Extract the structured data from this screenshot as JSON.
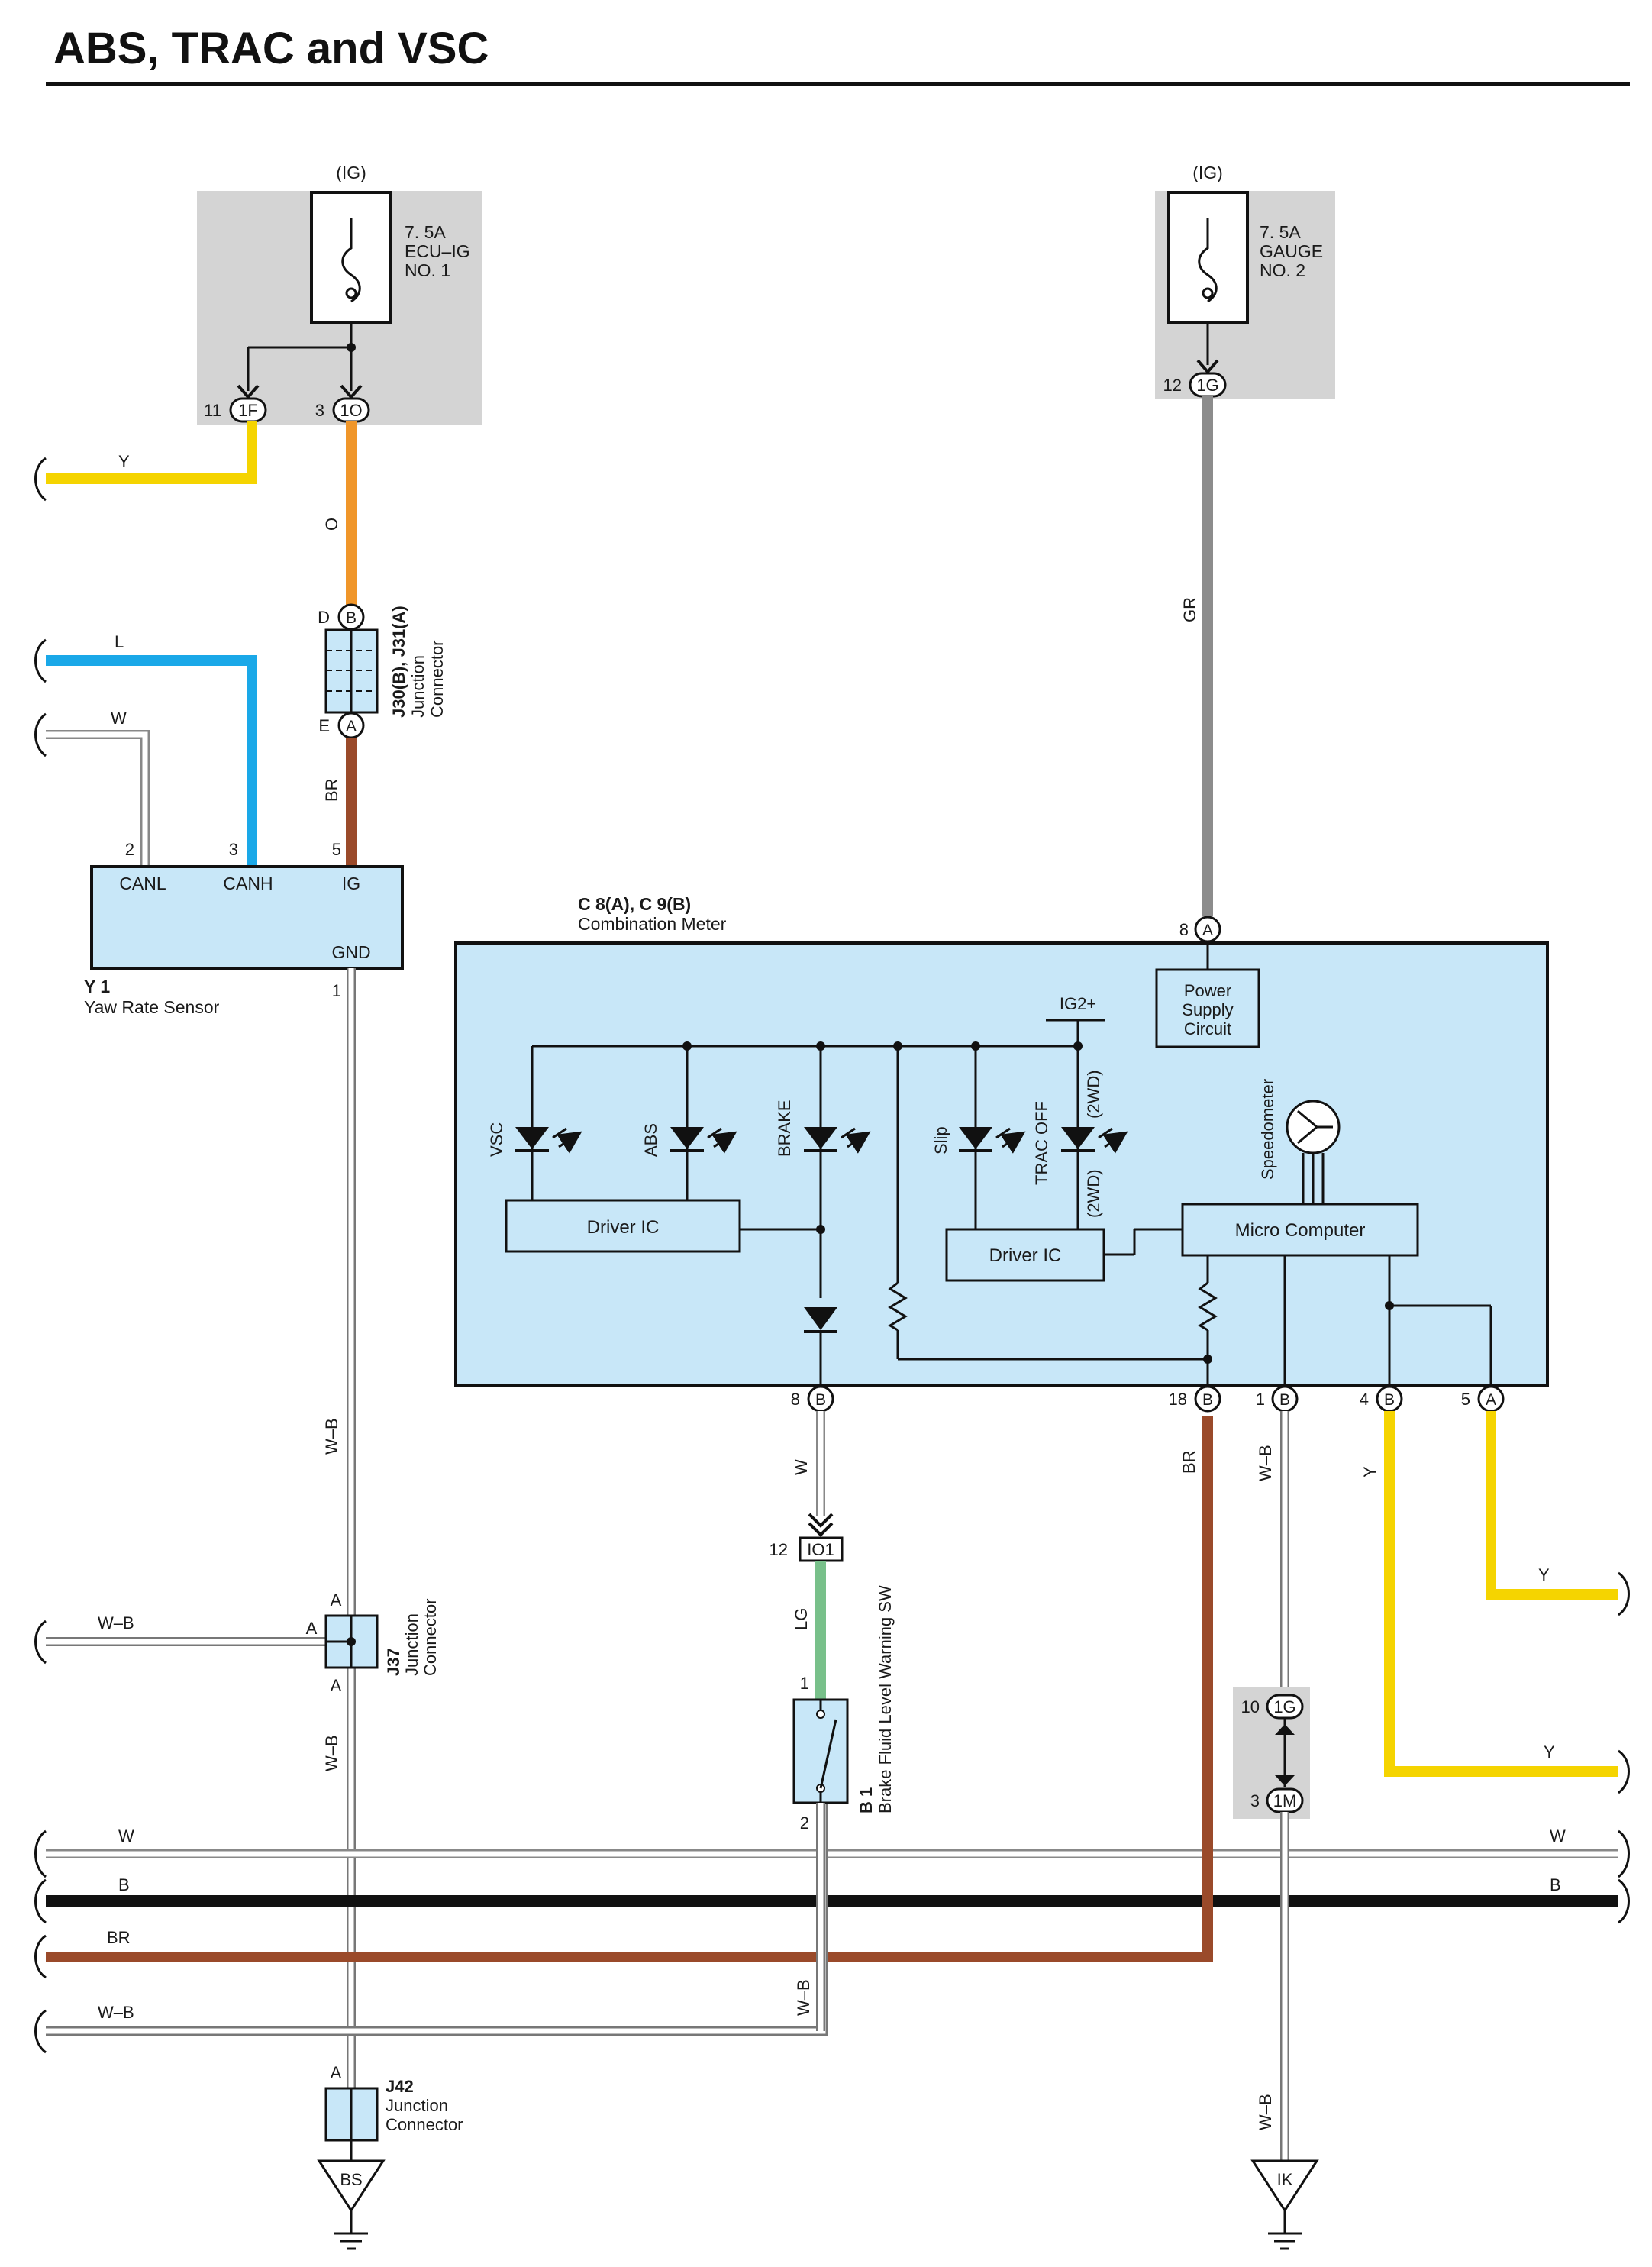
{
  "title": "ABS, TRAC and VSC",
  "colors": {
    "Y": "#f5d400",
    "O": "#f0962a",
    "L": "#1aa8e8",
    "BR": "#9a4a2a",
    "GR": "#8c8c8c",
    "LG": "#78c08a",
    "B": "#111111",
    "panel": "#d4d4d4",
    "component": "#c8e7f8"
  },
  "fuses": [
    {
      "supply": "(IG)",
      "rating": "7. 5A",
      "name1": "ECU–IG",
      "name2": "NO. 1"
    },
    {
      "supply": "(IG)",
      "rating": "7. 5A",
      "name1": "GAUGE",
      "name2": "NO. 2"
    }
  ],
  "connectors": {
    "1F": {
      "code": "1F",
      "pin": "11"
    },
    "1O": {
      "code": "1O",
      "pin": "3"
    },
    "1G_top": {
      "code": "1G",
      "pin": "12"
    },
    "IO1": {
      "code": "IO1",
      "pin": "12"
    },
    "1G_bot": {
      "code": "1G",
      "pin": "10"
    },
    "1M": {
      "code": "1M",
      "pin": "3"
    },
    "BS": {
      "code": "BS"
    },
    "IK": {
      "code": "IK"
    }
  },
  "wires": {
    "y_top": "Y",
    "o": "O",
    "l": "L",
    "w_left": "W",
    "br_left": "BR",
    "gr": "GR",
    "wb_main": "W–B",
    "wb_j37_left": "W–B",
    "wb_lower": "W–B",
    "w_meter": "W",
    "lg": "LG",
    "br_meter": "BR",
    "wb_meter": "W–B",
    "y_meter": "Y",
    "y_right1": "Y",
    "y_right2": "Y",
    "bus_w_left": "W",
    "bus_w_right": "W",
    "bus_b_left": "B",
    "bus_b_right": "B",
    "bus_br": "BR",
    "bus_wb": "W–B",
    "wb_b1": "W–B",
    "wb_ik": "W–B"
  },
  "junction_j30": {
    "name": "J30(B), J31(A)",
    "sub1": "Junction",
    "sub2": "Connector",
    "top_pin": "D",
    "top_code": "B",
    "bot_pin": "E",
    "bot_code": "A"
  },
  "yaw_sensor": {
    "code": "Y 1",
    "name": "Yaw Rate Sensor",
    "terminals": [
      "CANL",
      "CANH",
      "IG",
      "GND"
    ],
    "pins": [
      "2",
      "3",
      "5",
      "1"
    ]
  },
  "meter": {
    "code": "C 8(A), C 9(B)",
    "name": "Combination Meter",
    "power": [
      "Power",
      "Supply",
      "Circuit"
    ],
    "ig2": "IG2+",
    "leds": [
      "VSC",
      "ABS",
      "BRAKE",
      "Slip",
      "TRAC OFF"
    ],
    "wd_upper": "(2WD)",
    "wd_lower": "(2WD)",
    "driver1": "Driver IC",
    "driver2": "Driver IC",
    "micro": "Micro Computer",
    "speedometer": "Speedometer",
    "top_pin": "8",
    "top_code": "A",
    "bottom_pins": [
      {
        "pin": "8",
        "code": "B"
      },
      {
        "pin": "18",
        "code": "B"
      },
      {
        "pin": "1",
        "code": "B"
      },
      {
        "pin": "4",
        "code": "B"
      },
      {
        "pin": "5",
        "code": "A"
      }
    ]
  },
  "j37": {
    "name": "J37",
    "sub1": "Junction",
    "sub2": "Connector",
    "pin_top": "A",
    "pin_left": "A",
    "pin_bot": "A"
  },
  "j42": {
    "name": "J42",
    "sub1": "Junction",
    "sub2": "Connector",
    "pin_top": "A"
  },
  "brake_sw": {
    "code": "B 1",
    "name": "Brake Fluid Level Warning SW",
    "pin_top": "1",
    "pin_bot": "2"
  }
}
